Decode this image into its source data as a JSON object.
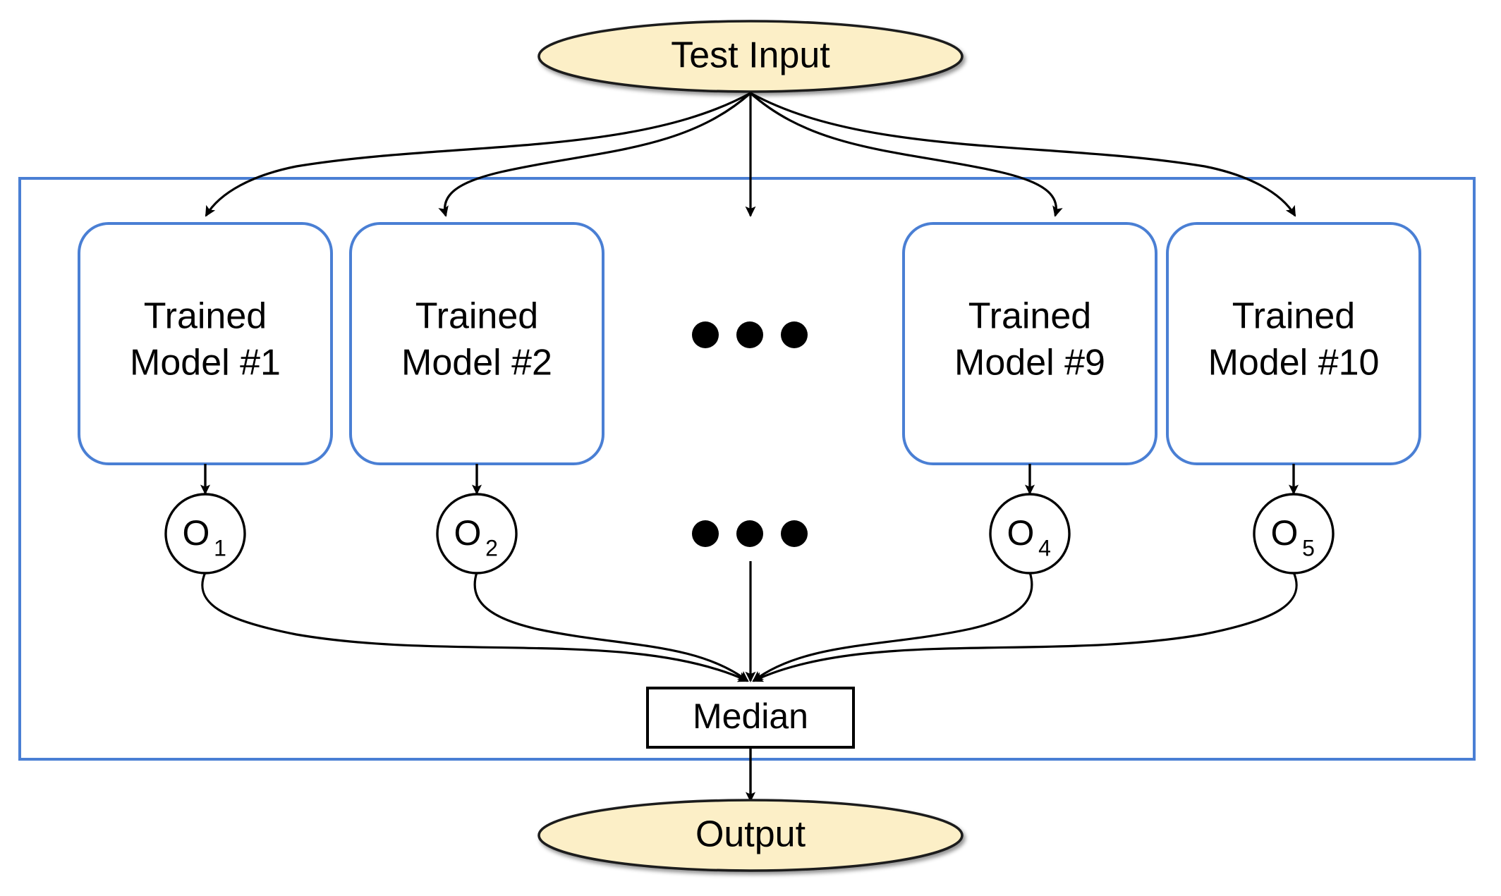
{
  "diagram": {
    "title_node": {
      "label": "Test Input",
      "shape": "ellipse",
      "fill": "#fcefc7"
    },
    "output_node": {
      "label": "Output",
      "shape": "ellipse",
      "fill": "#fcefc7"
    },
    "aggregator": {
      "label": "Median",
      "shape": "rectangle",
      "fill": "#ffffff"
    },
    "ensemble_box": {
      "stroke": "#4a7fd4",
      "fill": "#ffffff"
    },
    "models": [
      {
        "line1": "Trained",
        "line2": "Model #1"
      },
      {
        "line1": "Trained",
        "line2": "Model #2"
      },
      {
        "line1": "Trained",
        "line2": "Model #9"
      },
      {
        "line1": "Trained",
        "line2": "Model #10"
      }
    ],
    "outputs": [
      {
        "base": "O",
        "sub": "1"
      },
      {
        "base": "O",
        "sub": "2"
      },
      {
        "base": "O",
        "sub": "4"
      },
      {
        "base": "O",
        "sub": "5"
      }
    ],
    "ellipsis_top": "• • •",
    "ellipsis_bottom": "• • •",
    "colors": {
      "accent_blue": "#4a7fd4",
      "node_yellow": "#fcefc7",
      "stroke_black": "#000000",
      "background": "#ffffff"
    }
  }
}
